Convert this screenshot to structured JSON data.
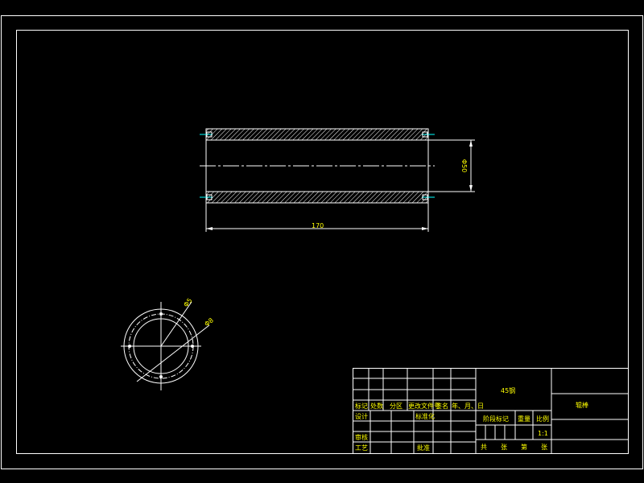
{
  "drawing": {
    "dimensions": {
      "length": "170",
      "diameter": "Φ50",
      "inner_circle": "Φ5",
      "hole_pattern": "Φ8"
    }
  },
  "title_block": {
    "material": "45钢",
    "part_name": "辊棒",
    "labels": {
      "mark": "标记",
      "count": "处数",
      "zone": "分区",
      "change_doc": "更改文件号",
      "signature": "签名",
      "date": "年、月、日",
      "designer": "设计",
      "standardize": "标准化",
      "stage_mark": "阶段标记",
      "weight": "重量",
      "scale_label": "比例",
      "reviewer": "审核",
      "process": "工艺",
      "approve": "批准"
    },
    "scale": "1:1",
    "sheets": {
      "total": "共",
      "zhang1": "张",
      "page": "第",
      "zhang2": "张"
    }
  },
  "colors": {
    "background": "#000000",
    "line": "#ffffff",
    "centerline": "#00ffff",
    "text": "#ffff00"
  }
}
